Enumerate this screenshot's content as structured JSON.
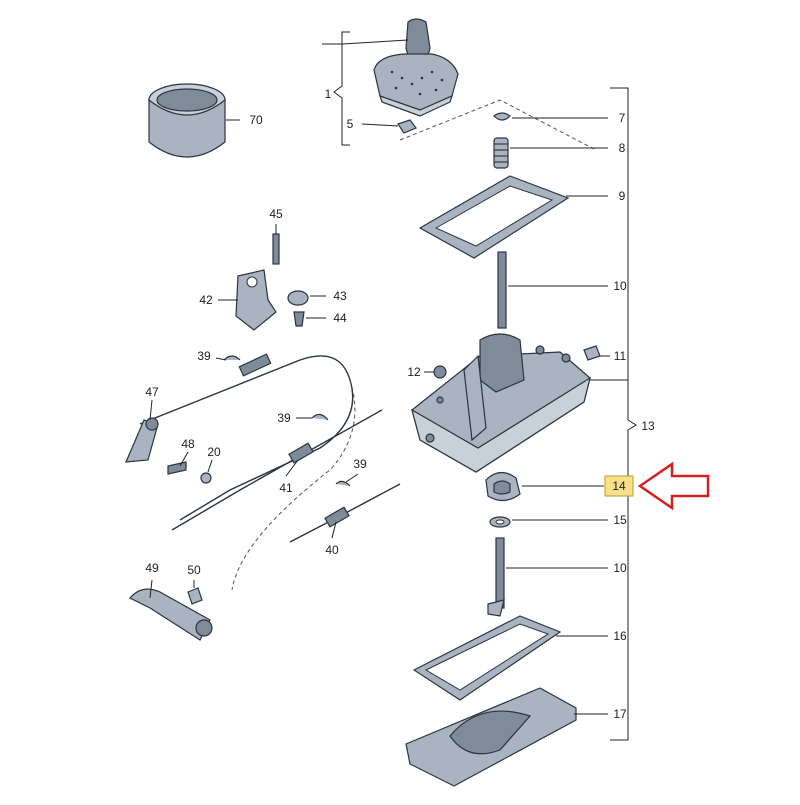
{
  "callouts": [
    {
      "id": "c1",
      "label": "1"
    },
    {
      "id": "c5",
      "label": "5"
    },
    {
      "id": "c7",
      "label": "7"
    },
    {
      "id": "c8",
      "label": "8"
    },
    {
      "id": "c9",
      "label": "9"
    },
    {
      "id": "c10a",
      "label": "10"
    },
    {
      "id": "c10b",
      "label": "10"
    },
    {
      "id": "c11",
      "label": "11"
    },
    {
      "id": "c12",
      "label": "12"
    },
    {
      "id": "c13",
      "label": "13"
    },
    {
      "id": "c14",
      "label": "14"
    },
    {
      "id": "c15",
      "label": "15"
    },
    {
      "id": "c16",
      "label": "16"
    },
    {
      "id": "c17",
      "label": "17"
    },
    {
      "id": "c20",
      "label": "20"
    },
    {
      "id": "c39a",
      "label": "39"
    },
    {
      "id": "c39b",
      "label": "39"
    },
    {
      "id": "c39c",
      "label": "39"
    },
    {
      "id": "c40",
      "label": "40"
    },
    {
      "id": "c41",
      "label": "41"
    },
    {
      "id": "c42",
      "label": "42"
    },
    {
      "id": "c43",
      "label": "43"
    },
    {
      "id": "c44",
      "label": "44"
    },
    {
      "id": "c45",
      "label": "45"
    },
    {
      "id": "c47",
      "label": "47"
    },
    {
      "id": "c48",
      "label": "48"
    },
    {
      "id": "c49",
      "label": "49"
    },
    {
      "id": "c50",
      "label": "50"
    },
    {
      "id": "c70",
      "label": "70"
    }
  ],
  "highlighted_part": "14",
  "colors": {
    "highlight_fill": "#f7e08a",
    "arrow_stroke": "#d42020",
    "part_fill": "#a9b4c0"
  }
}
